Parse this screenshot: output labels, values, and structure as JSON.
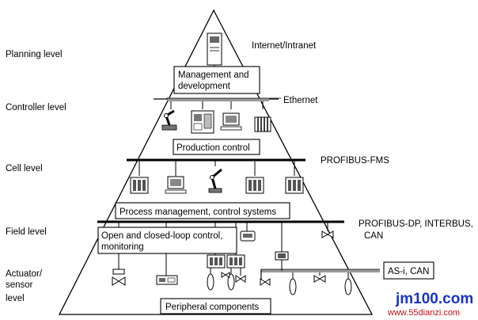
{
  "levels": {
    "planning": "Planning level",
    "controller": "Controller level",
    "cell": "Cell level",
    "field": "Field level",
    "actuator": [
      "Actuator/",
      "sensor",
      "level"
    ]
  },
  "networks": {
    "internet": "Internet/Intranet",
    "ethernet": "Ethernet",
    "profibus_fms": "PROFIBUS-FMS",
    "profibus_dp": [
      "PROFIBUS-DP, INTERBUS,",
      "CAN"
    ],
    "asi": "AS-i, CAN"
  },
  "boxes": {
    "management": [
      "Management and",
      "development"
    ],
    "production": "Production control",
    "process": "Process management, control systems",
    "open_closed": [
      "Open and closed-loop control,",
      "monitoring"
    ],
    "peripheral": "Peripheral components"
  },
  "watermark": {
    "brand": "jm100.com",
    "url": "www.55dianzi.com"
  },
  "icons": {
    "server": "server-tower-icon",
    "robot": "robot-arm-icon",
    "machine": "cnc-machine-icon",
    "computer": "computer-terminal-icon",
    "plc": "plc-rack-icon",
    "valve": "valve-icon",
    "display": "display-panel-icon",
    "sensor": "sensor-probe-icon"
  }
}
